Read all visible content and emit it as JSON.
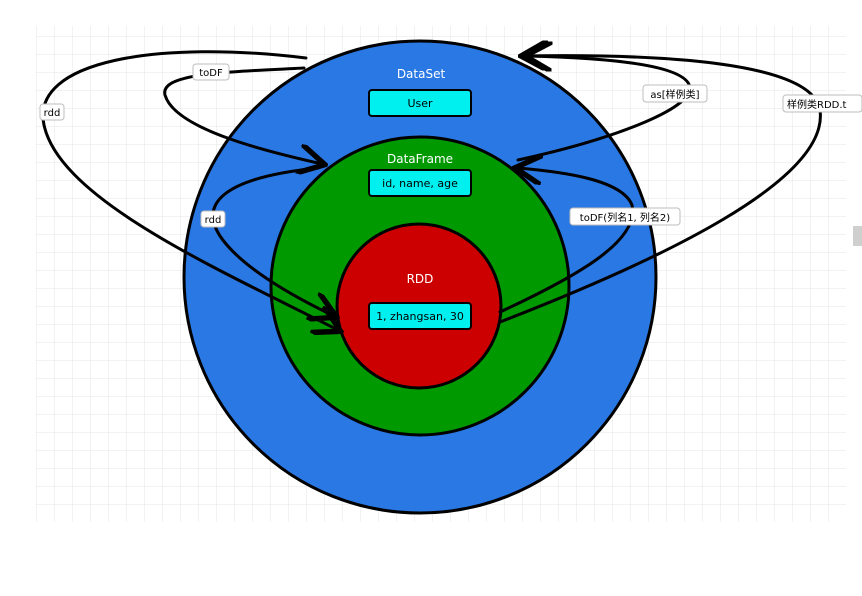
{
  "diagram": {
    "colors": {
      "grid": "#e6e6e6",
      "canvas": "#ffffff",
      "dataset_fill": "#2a78e4",
      "dataframe_fill": "#009a00",
      "rdd_fill": "#cc0000",
      "box_fill": "#00f0f0",
      "stroke": "#000000",
      "title_text": "#ffffff",
      "label_bg": "#ffffff",
      "scrollbar": "#cfcfcf"
    },
    "dataset": {
      "title": "DataSet",
      "box_label": "User"
    },
    "dataframe": {
      "title": "DataFrame",
      "box_label": "id, name, age"
    },
    "rdd": {
      "title": "RDD",
      "box_label": "1, zhangsan, 30"
    },
    "edges": {
      "todf_outer": "toDF",
      "rdd_outer": "rdd",
      "rdd_inner": "rdd",
      "as_class": "as[样例类]",
      "todf_cols": "toDF(列名1,  列名2)",
      "case_rdd": "样例类RDD.t"
    }
  }
}
